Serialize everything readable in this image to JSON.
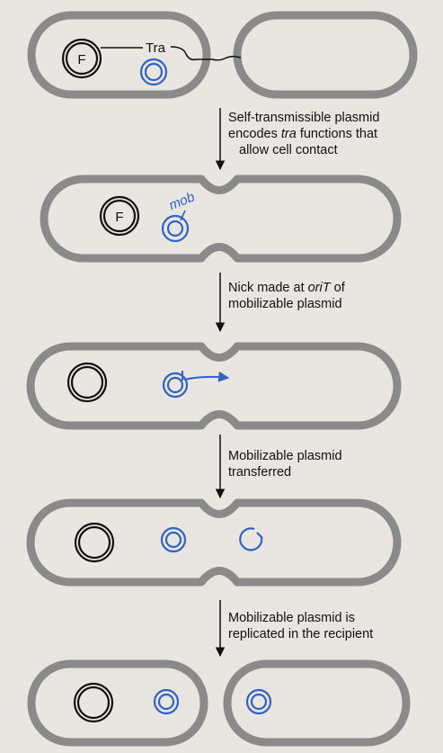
{
  "colors": {
    "cell": "#8a8a8a",
    "f_plasmid": "#111111",
    "mob_plasmid": "#2f62c8",
    "background": "#e9e6e1"
  },
  "labels": {
    "f_factor": "F",
    "tra": "Tra",
    "mob": "mob"
  },
  "steps": [
    {
      "lines": [
        "Self-transmissible plasmid",
        "encodes",
        "tra",
        "functions that",
        "allow cell contact"
      ]
    },
    {
      "lines": [
        "Nick made at",
        "oriT",
        "of",
        "mobilizable plasmid"
      ]
    },
    {
      "lines": [
        "Mobilizable plasmid",
        "transferred"
      ]
    },
    {
      "lines": [
        "Mobilizable plasmid is",
        "replicated in the recipient"
      ]
    }
  ]
}
